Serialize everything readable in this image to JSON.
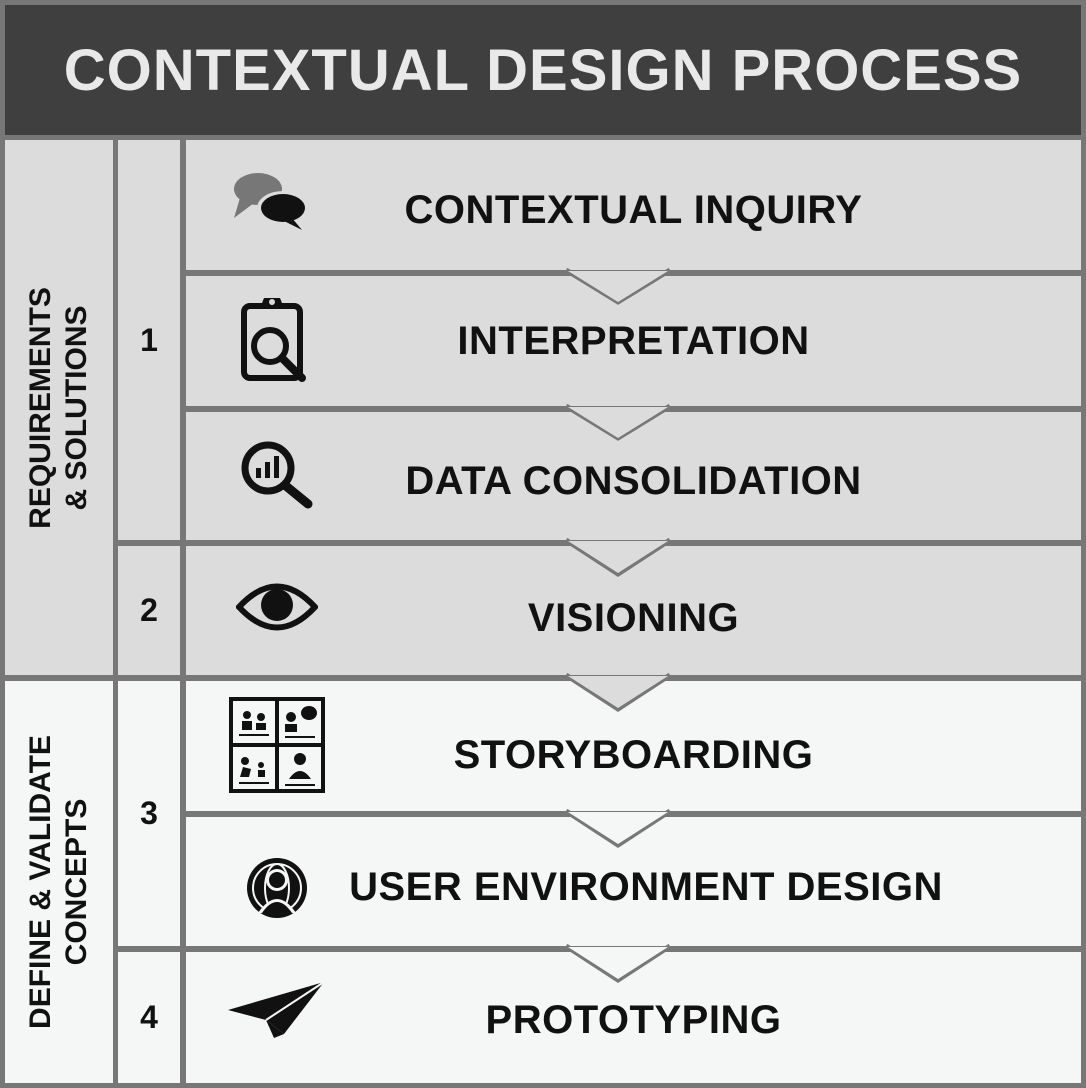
{
  "title": "CONTEXTUAL DESIGN PROCESS",
  "groups": [
    {
      "label_line1": "REQUIREMENTS",
      "label_line2": "& SOLUTIONS"
    },
    {
      "label_line1": "DEFINE & VALIDATE",
      "label_line2": "CONCEPTS"
    }
  ],
  "phases": [
    "1",
    "2",
    "3",
    "4"
  ],
  "steps": [
    {
      "label": "CONTEXTUAL INQUIRY",
      "icon": "speech-bubbles-icon"
    },
    {
      "label": "INTERPRETATION",
      "icon": "clipboard-magnifier-icon"
    },
    {
      "label": "DATA CONSOLIDATION",
      "icon": "magnifier-chart-icon"
    },
    {
      "label": "VISIONING",
      "icon": "eye-icon"
    },
    {
      "label": "STORYBOARDING",
      "icon": "storyboard-grid-icon"
    },
    {
      "label": "USER ENVIRONMENT DESIGN",
      "icon": "user-globe-icon"
    },
    {
      "label": "PROTOTYPING",
      "icon": "paper-plane-icon"
    }
  ],
  "colors": {
    "header": "#3f3f3f",
    "requirements_bg": "#dcdcdd",
    "concepts_bg": "#f5f6f6",
    "border": "#777777"
  }
}
